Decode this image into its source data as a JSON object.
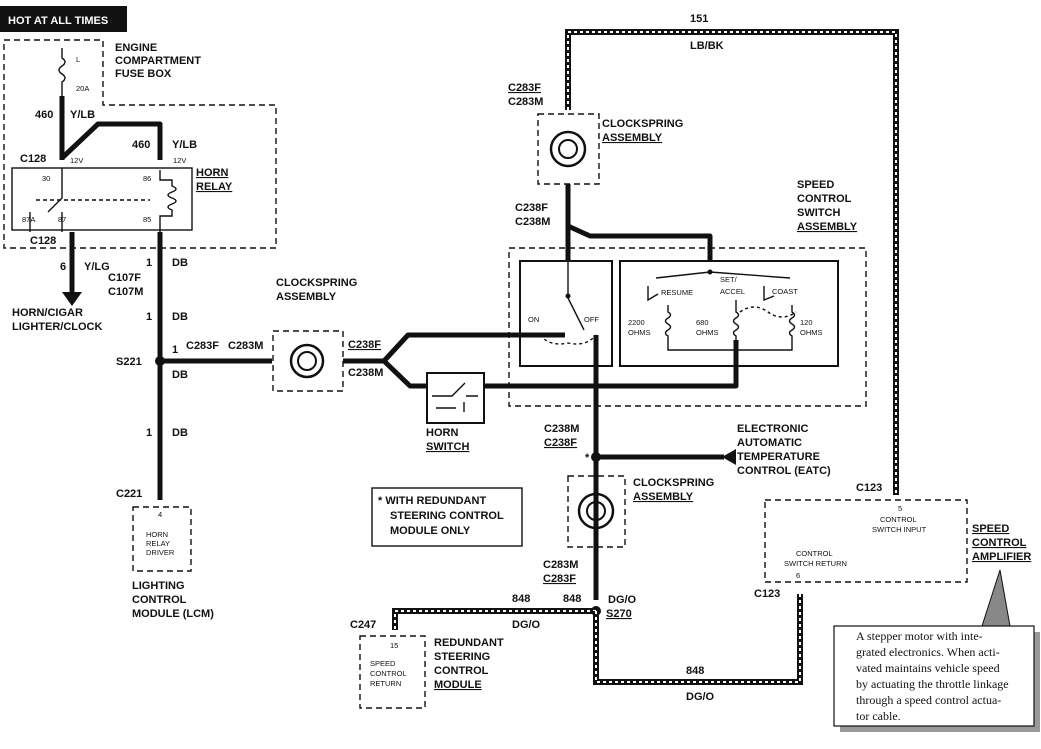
{
  "banner": "HOT AT ALL TIMES",
  "labels": {
    "engine_fuse_box": [
      "ENGINE",
      "COMPARTMENT",
      "FUSE BOX"
    ],
    "fuse_l": "L",
    "fuse_amp": "20A",
    "w460_a": "460",
    "ylb_a": "Y/LB",
    "w460_b": "460",
    "ylb_b": "Y/LB",
    "c128_top": "C128",
    "v12_a": "12V",
    "v12_b": "12V",
    "horn_relay": [
      "HORN",
      "RELAY"
    ],
    "pin30": "30",
    "pin86": "86",
    "pin87a": "87A",
    "pin87": "87",
    "pin85": "85",
    "c128_bot": "C128",
    "w6": "6",
    "ylg": "Y/LG",
    "w1_a": "1",
    "db_a": "DB",
    "c107f": "C107F",
    "c107m": "C107M",
    "horn_cigar": [
      "HORN/CIGAR",
      "LIGHTER/CLOCK"
    ],
    "w1_b": "1",
    "db_b": "DB",
    "s221": "S221",
    "w1_c": "1",
    "db_c": "DB",
    "c283f_l": "C283F",
    "c283m_l": "C283M",
    "w1_d": "1",
    "db_d": "DB",
    "c221": "C221",
    "lcm_pin": "4",
    "lcm_box": [
      "HORN",
      "RELAY",
      "DRIVER"
    ],
    "lcm": [
      "LIGHTING",
      "CONTROL",
      "MODULE (LCM)"
    ],
    "clockspring_left": [
      "CLOCKSPRING",
      "ASSEMBLY"
    ],
    "c238f_l": "C238F",
    "c238m_l": "C238M",
    "horn_switch": [
      "HORN",
      "SWITCH"
    ],
    "w151": "151",
    "lbbk": "LB/BK",
    "c283f_top": "C283F",
    "c283m_top": "C283M",
    "clockspring_top": [
      "CLOCKSPRING",
      "ASSEMBLY"
    ],
    "c238f_mid": "C238F",
    "c238m_mid": "C238M",
    "speed_switch": [
      "SPEED",
      "CONTROL",
      "SWITCH",
      "ASSEMBLY"
    ],
    "on": "ON",
    "off": "OFF",
    "resume": "RESUME",
    "set_accel": [
      "SET/",
      "ACCEL"
    ],
    "coast": "COAST",
    "r2200": [
      "2200",
      "OHMS"
    ],
    "r680": [
      "680",
      "OHMS"
    ],
    "r120": [
      "120",
      "OHMS"
    ],
    "c238m_low": "C238M",
    "c238f_low": "C238F",
    "eatc": [
      "ELECTRONIC",
      "AUTOMATIC",
      "TEMPERATURE",
      "CONTROL (EATC)"
    ],
    "star": "*",
    "clockspring_low": [
      "CLOCKSPRING",
      "ASSEMBLY"
    ],
    "redundant_note": [
      "* WITH REDUNDANT",
      "STEERING CONTROL",
      "MODULE ONLY"
    ],
    "c283m_low": "C283M",
    "c283f_low": "C283F",
    "w848_a": "848",
    "w848_b": "848",
    "dgo_a": "DG/O",
    "dgo_b": "DG/O",
    "s270": "S270",
    "c247": "C247",
    "rscm_pin": "15",
    "rscm_box": [
      "SPEED",
      "CONTROL",
      "RETURN"
    ],
    "rscm": [
      "REDUNDANT",
      "STEERING",
      "CONTROL",
      "MODULE"
    ],
    "w848_c": "848",
    "dgo_c": "DG/O",
    "c123_top": "C123",
    "amp_pin5": "5",
    "amp_input": [
      "CONTROL",
      "SWITCH INPUT"
    ],
    "amp_return": [
      "CONTROL",
      "SWITCH RETURN"
    ],
    "amp_pin6": "6",
    "c123_bot": "C123",
    "amplifier": [
      "SPEED",
      "CONTROL",
      "AMPLIFIER"
    ],
    "callout": [
      "A stepper motor with inte-",
      "grated electronics. When acti-",
      "vated maintains vehicle speed",
      "by actuating the throttle linkage",
      "through a speed control actua-",
      "tor cable."
    ]
  }
}
